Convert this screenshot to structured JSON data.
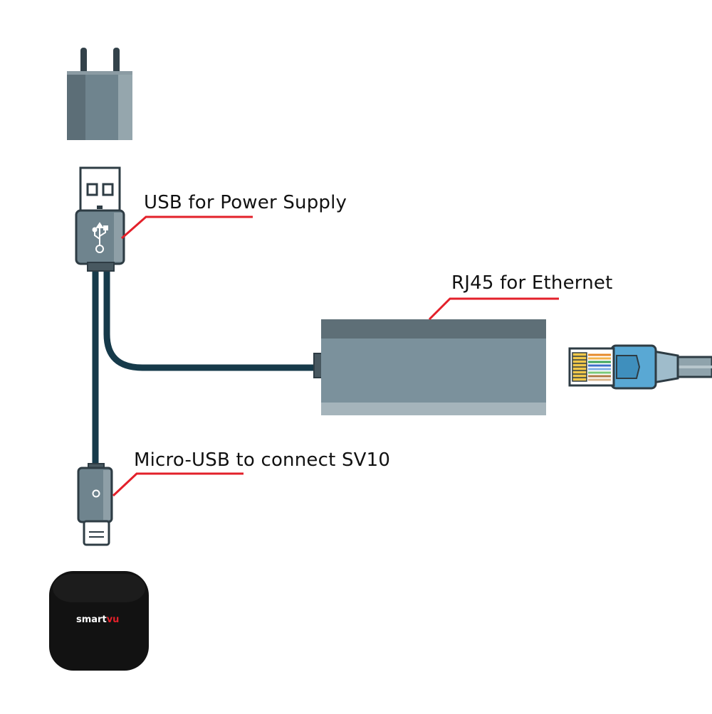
{
  "callouts": {
    "usb_power": "USB for Power Supply",
    "rj45": "RJ45 for Ethernet",
    "micro_usb": "Micro-USB to connect SV10"
  },
  "device": {
    "brand_main": "smart",
    "brand_accent": "vu"
  },
  "colors": {
    "callout_line": "#e3202a",
    "cable": "#163a4a",
    "adapter_body": "#7b919c",
    "adapter_top": "#5e6f77",
    "rj45_plug": "#59a8d4",
    "device_body": "#111111",
    "brand_accent": "#e3202a"
  }
}
